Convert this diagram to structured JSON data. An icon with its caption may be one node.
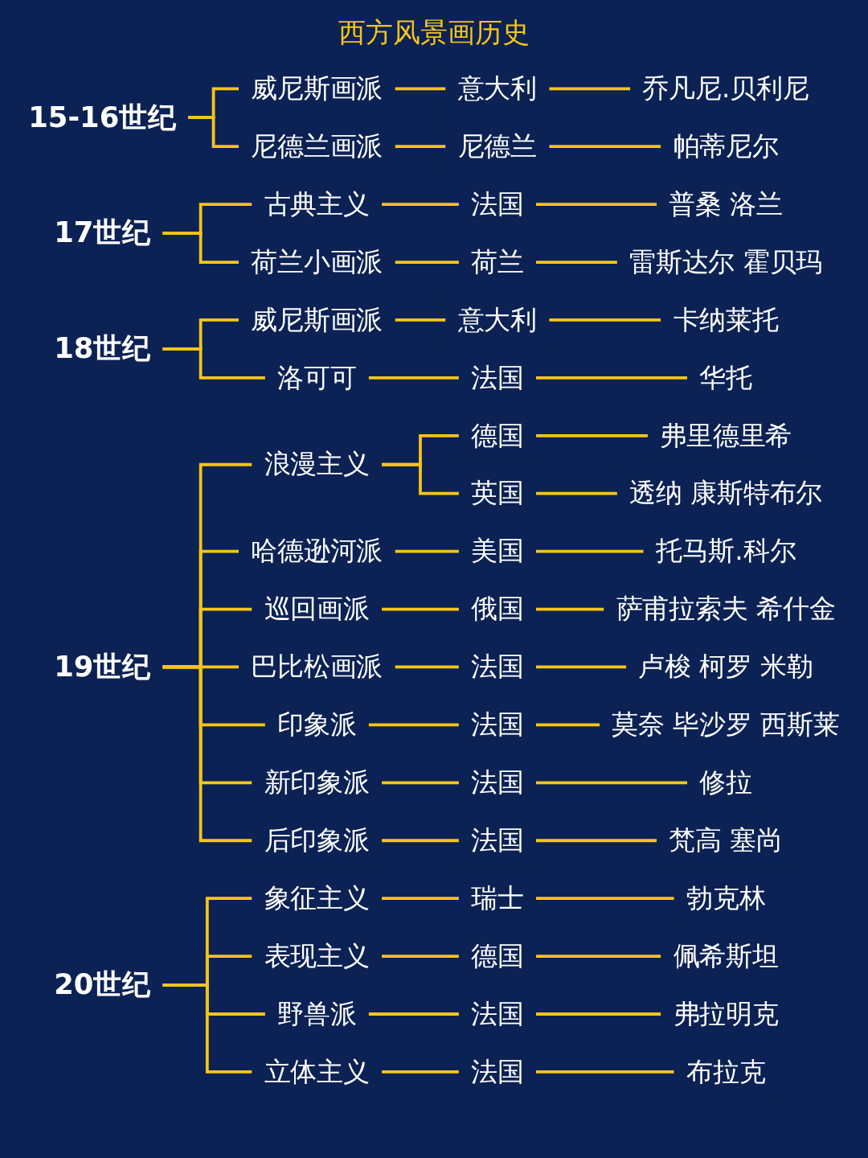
{
  "diagram": {
    "title": "西方风景画历史",
    "nodes": [
      {
        "text": [
          "15-16世纪"
        ]
      },
      {
        "text": [
          "威尼斯画派"
        ]
      },
      {
        "text": [
          "意大利"
        ]
      },
      {
        "text": [
          "乔凡尼.贝利尼"
        ]
      },
      {
        "text": [
          "尼德兰画派"
        ]
      },
      {
        "text": [
          "尼德兰"
        ]
      },
      {
        "text": [
          "帕蒂尼尔"
        ]
      },
      {
        "text": [
          "17世纪"
        ]
      },
      {
        "text": [
          "古典主义"
        ]
      },
      {
        "text": [
          "法国"
        ]
      },
      {
        "text": [
          "普桑 洛兰"
        ]
      },
      {
        "text": [
          "荷兰小画派"
        ]
      },
      {
        "text": [
          "荷兰"
        ]
      },
      {
        "text": [
          "雷斯达尔 霍贝玛"
        ]
      },
      {
        "text": [
          "18世纪"
        ]
      },
      {
        "text": [
          "威尼斯画派"
        ]
      },
      {
        "text": [
          "意大利"
        ]
      },
      {
        "text": [
          "卡纳莱托"
        ]
      },
      {
        "text": [
          "洛可可"
        ]
      },
      {
        "text": [
          "法国"
        ]
      },
      {
        "text": [
          "华托"
        ]
      },
      {
        "text": [
          "19世纪"
        ]
      },
      {
        "text": [
          "浪漫主义"
        ]
      },
      {
        "text": [
          "德国"
        ]
      },
      {
        "text": [
          "弗里德里希"
        ]
      },
      {
        "text": [
          "英国"
        ]
      },
      {
        "text": [
          "透纳 康斯特布尔"
        ]
      },
      {
        "text": [
          "哈德逊河派"
        ]
      },
      {
        "text": [
          "美国"
        ]
      },
      {
        "text": [
          "托马斯.科尔"
        ]
      },
      {
        "text": [
          "巡回画派"
        ]
      },
      {
        "text": [
          "俄国"
        ]
      },
      {
        "text": [
          "萨甫拉索夫 希什金"
        ]
      },
      {
        "text": [
          "巴比松画派"
        ]
      },
      {
        "text": [
          "法国"
        ]
      },
      {
        "text": [
          "卢梭 柯罗 米勒"
        ]
      },
      {
        "text": [
          "印象派"
        ]
      },
      {
        "text": [
          "法国"
        ]
      },
      {
        "text": [
          "莫奈 毕沙罗 西斯莱"
        ]
      },
      {
        "text": [
          "新印象派"
        ]
      },
      {
        "text": [
          "法国"
        ]
      },
      {
        "text": [
          "修拉"
        ]
      },
      {
        "text": [
          "后印象派"
        ]
      },
      {
        "text": [
          "法国"
        ]
      },
      {
        "text": [
          "梵高 塞尚"
        ]
      },
      {
        "text": [
          "20世纪"
        ]
      },
      {
        "text": [
          "象征主义"
        ]
      },
      {
        "text": [
          "瑞士"
        ]
      },
      {
        "text": [
          "勃克林"
        ]
      },
      {
        "text": [
          "表现主义"
        ]
      },
      {
        "text": [
          "德国"
        ]
      },
      {
        "text": [
          "佩希斯坦"
        ]
      },
      {
        "text": [
          "野兽派"
        ]
      },
      {
        "text": [
          "法国"
        ]
      },
      {
        "text": [
          "弗拉明克"
        ]
      },
      {
        "text": [
          "立体主义"
        ]
      },
      {
        "text": [
          "法国"
        ]
      },
      {
        "text": [
          "布拉克"
        ]
      }
    ],
    "edges": [
      {
        "from": 0,
        "to": 1,
        "arrow": "none"
      },
      {
        "from": 1,
        "to": 2,
        "arrow": "none"
      },
      {
        "from": 2,
        "to": 3,
        "arrow": "none"
      },
      {
        "from": 0,
        "to": 4,
        "arrow": "none"
      },
      {
        "from": 4,
        "to": 5,
        "arrow": "none"
      },
      {
        "from": 5,
        "to": 6,
        "arrow": "none"
      },
      {
        "from": 7,
        "to": 8,
        "arrow": "none"
      },
      {
        "from": 8,
        "to": 9,
        "arrow": "none"
      },
      {
        "from": 9,
        "to": 10,
        "arrow": "none"
      },
      {
        "from": 7,
        "to": 11,
        "arrow": "none"
      },
      {
        "from": 11,
        "to": 12,
        "arrow": "none"
      },
      {
        "from": 12,
        "to": 13,
        "arrow": "none"
      },
      {
        "from": 14,
        "to": 15,
        "arrow": "none"
      },
      {
        "from": 15,
        "to": 16,
        "arrow": "none"
      },
      {
        "from": 16,
        "to": 17,
        "arrow": "none"
      },
      {
        "from": 14,
        "to": 18,
        "arrow": "none"
      },
      {
        "from": 18,
        "to": 19,
        "arrow": "none"
      },
      {
        "from": 19,
        "to": 20,
        "arrow": "none"
      },
      {
        "from": 21,
        "to": 22,
        "arrow": "none"
      },
      {
        "from": 22,
        "to": 23,
        "arrow": "none"
      },
      {
        "from": 23,
        "to": 24,
        "arrow": "none"
      },
      {
        "from": 22,
        "to": 25,
        "arrow": "none"
      },
      {
        "from": 25,
        "to": 26,
        "arrow": "none"
      },
      {
        "from": 21,
        "to": 27,
        "arrow": "none"
      },
      {
        "from": 27,
        "to": 28,
        "arrow": "none"
      },
      {
        "from": 28,
        "to": 29,
        "arrow": "none"
      },
      {
        "from": 21,
        "to": 30,
        "arrow": "none"
      },
      {
        "from": 30,
        "to": 31,
        "arrow": "none"
      },
      {
        "from": 31,
        "to": 32,
        "arrow": "none"
      },
      {
        "from": 21,
        "to": 33,
        "arrow": "none"
      },
      {
        "from": 33,
        "to": 34,
        "arrow": "none"
      },
      {
        "from": 34,
        "to": 35,
        "arrow": "none"
      },
      {
        "from": 21,
        "to": 36,
        "arrow": "none"
      },
      {
        "from": 36,
        "to": 37,
        "arrow": "none"
      },
      {
        "from": 37,
        "to": 38,
        "arrow": "none"
      },
      {
        "from": 21,
        "to": 39,
        "arrow": "none"
      },
      {
        "from": 39,
        "to": 40,
        "arrow": "none"
      },
      {
        "from": 40,
        "to": 41,
        "arrow": "none"
      },
      {
        "from": 21,
        "to": 42,
        "arrow": "none"
      },
      {
        "from": 42,
        "to": 43,
        "arrow": "none"
      },
      {
        "from": 43,
        "to": 44,
        "arrow": "none"
      },
      {
        "from": 45,
        "to": 46,
        "arrow": "none"
      },
      {
        "from": 46,
        "to": 47,
        "arrow": "none"
      },
      {
        "from": 47,
        "to": 48,
        "arrow": "none"
      },
      {
        "from": 45,
        "to": 49,
        "arrow": "none"
      },
      {
        "from": 49,
        "to": 50,
        "arrow": "none"
      },
      {
        "from": 50,
        "to": 51,
        "arrow": "none"
      },
      {
        "from": 45,
        "to": 52,
        "arrow": "none"
      },
      {
        "from": 52,
        "to": 53,
        "arrow": "none"
      },
      {
        "from": 53,
        "to": 54,
        "arrow": "none"
      },
      {
        "from": 45,
        "to": 55,
        "arrow": "none"
      },
      {
        "from": 55,
        "to": 56,
        "arrow": "none"
      },
      {
        "from": 56,
        "to": 57,
        "arrow": "none"
      }
    ]
  }
}
